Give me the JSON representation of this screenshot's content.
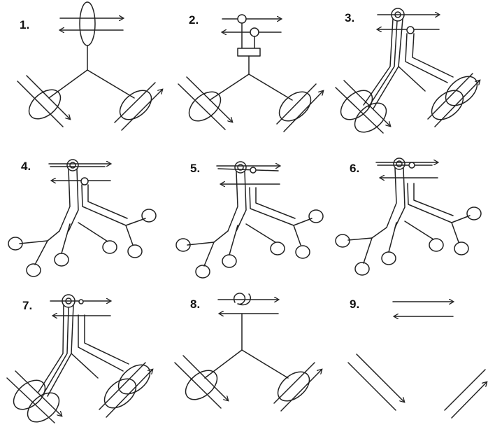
{
  "figure": {
    "panels": [
      {
        "label": "1."
      },
      {
        "label": "2."
      },
      {
        "label": "3."
      },
      {
        "label": "4."
      },
      {
        "label": "5."
      },
      {
        "label": "6."
      },
      {
        "label": "7."
      },
      {
        "label": "8."
      },
      {
        "label": "9."
      }
    ]
  }
}
